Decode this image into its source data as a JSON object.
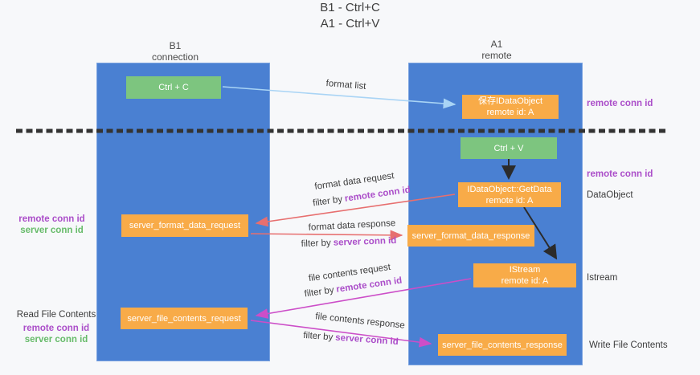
{
  "title": {
    "line1": "B1 - Ctrl+C",
    "line2": "A1 - Ctrl+V"
  },
  "columns": {
    "left": {
      "name": "B1",
      "subtitle": "connection"
    },
    "right": {
      "name": "A1",
      "subtitle": "remote"
    }
  },
  "nodes": {
    "ctrl_c": {
      "label": "Ctrl + C"
    },
    "ctrl_v": {
      "label": "Ctrl + V"
    },
    "save_dataobject": {
      "line1": "保存IDataObject",
      "line2": "remote id: A"
    },
    "getdata": {
      "line1": "IDataObject::GetData",
      "line2": "remote id: A"
    },
    "istream": {
      "line1": "IStream",
      "line2": "remote id: A"
    },
    "format_request": {
      "label": "server_format_data_request"
    },
    "format_response": {
      "label": "server_format_data_response"
    },
    "file_request": {
      "label": "server_file_contents_request"
    },
    "file_response": {
      "label": "server_file_contents_response"
    }
  },
  "side_labels": {
    "remote_conn_top": "remote conn id",
    "remote_conn_mid": "remote conn id",
    "dataobject": "DataObject",
    "istream": "Istream",
    "write_file": "Write File Contents",
    "read_file": "Read File Contents",
    "left_remote_1": "remote conn id",
    "left_server_1": "server conn id",
    "left_remote_2": "remote conn id",
    "left_server_2": "server conn id"
  },
  "edges": {
    "format_list": {
      "label": "format list"
    },
    "format_request": {
      "label": "format data request",
      "filter": "filter by",
      "key": "remote conn id"
    },
    "format_response": {
      "label": "format data response",
      "filter": "filter by",
      "key": "server conn id"
    },
    "file_request": {
      "label": "file contents request",
      "filter": "filter by",
      "key": "remote conn id"
    },
    "file_response": {
      "label": "file contents response",
      "filter": "filter by",
      "key": "server conn id"
    }
  },
  "colors": {
    "background": "#f7f8fa",
    "lifeline_blue": "#4a80d2",
    "box_orange": "#f8ab48",
    "box_green": "#7dc57f",
    "arrow_salmon": "#e76f6f",
    "arrow_magenta": "#cc4ec8",
    "arrow_light_blue": "#a9d4f5",
    "arrow_black": "#2b2b2b",
    "conn_id_purple": "#ab4ec9",
    "conn_id_green": "#67bb6a",
    "dashed_divider": "#333333"
  }
}
